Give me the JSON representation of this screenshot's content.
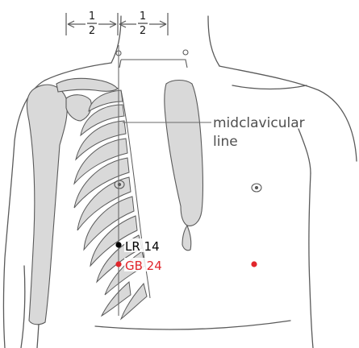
{
  "measure": {
    "left_fraction": {
      "numerator": "1",
      "denominator": "2"
    },
    "right_fraction": {
      "numerator": "1",
      "denominator": "2"
    }
  },
  "reference_line": {
    "label_line1": "midclavicular",
    "label_line2": "line"
  },
  "points": [
    {
      "code": "LR 14",
      "color": "#000000"
    },
    {
      "code": "GB 24",
      "color": "#e1262c"
    }
  ],
  "colors": {
    "outline": "#5a5a5a",
    "bone_fill": "#d9d9d9",
    "skin_fill": "#ffffff",
    "guide_line": "#6a6a6a",
    "text_dark": "#1a1a1a",
    "text_grey": "#4f4f4f",
    "point_red": "#e1262c",
    "point_black": "#000000"
  }
}
